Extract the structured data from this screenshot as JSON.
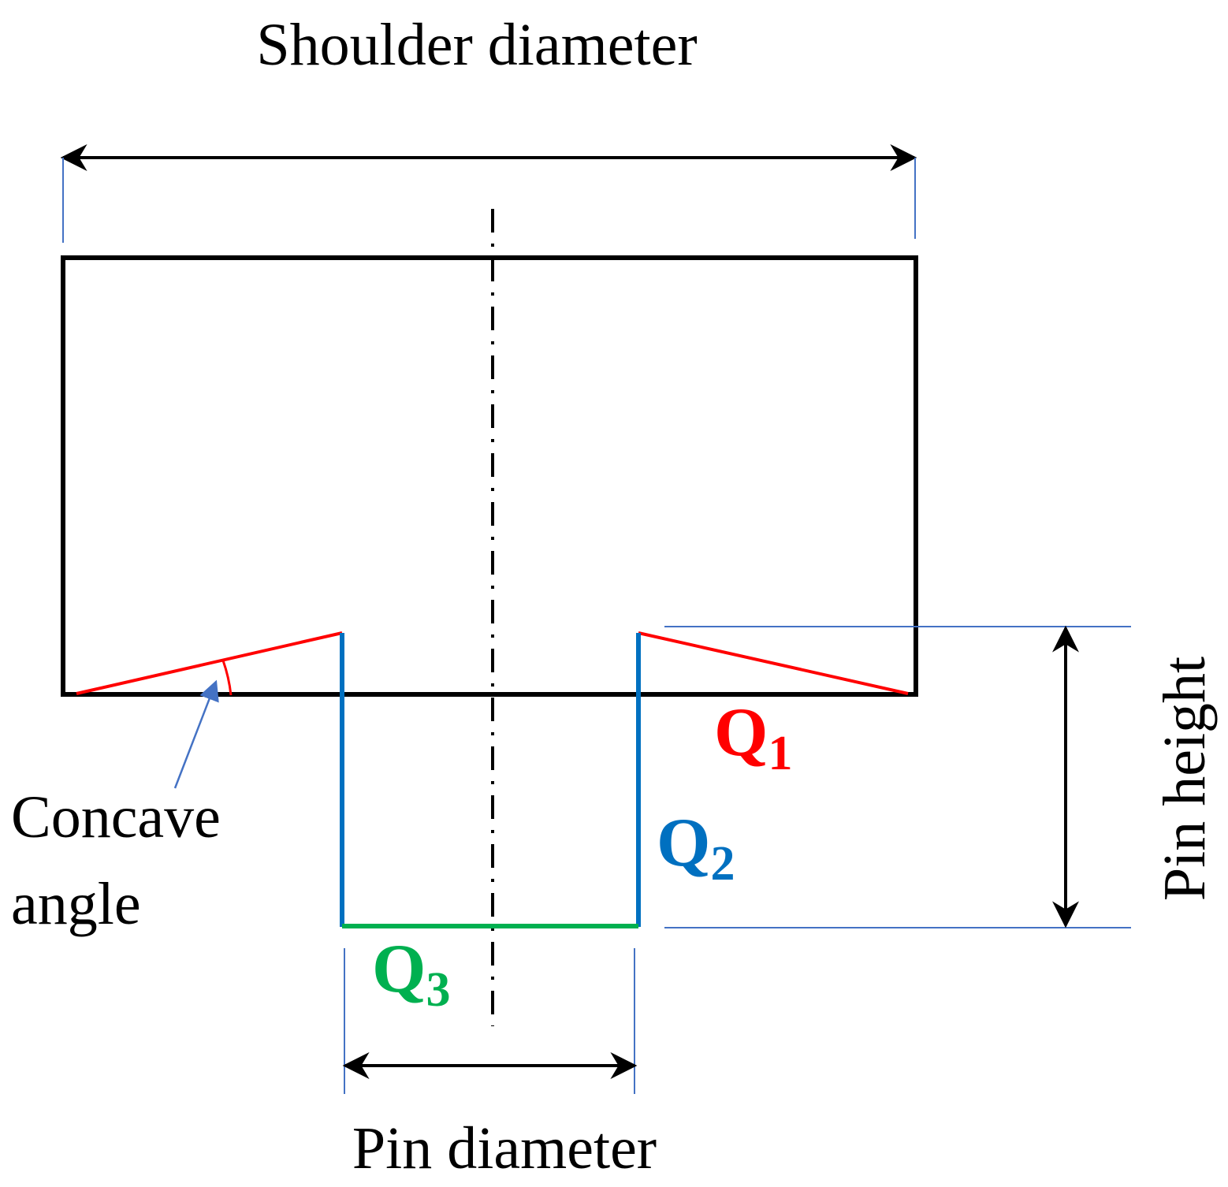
{
  "labels": {
    "shoulder_diameter": "Shoulder diameter",
    "pin_diameter": "Pin diameter",
    "pin_height": "Pin height",
    "concave_angle_line1": "Concave",
    "concave_angle_line2": "angle"
  },
  "surfaces": {
    "q1": {
      "letter": "Q",
      "sub": "1",
      "color": "#ff0000"
    },
    "q2": {
      "letter": "Q",
      "sub": "2",
      "color": "#0070c0"
    },
    "q3": {
      "letter": "Q",
      "sub": "3",
      "color": "#00b050"
    }
  },
  "colors": {
    "outline": "#000000",
    "extension_line": "#4472c4",
    "concave_profile": "#ff0000",
    "pin_side": "#0070c0",
    "pin_tip": "#00b050"
  }
}
